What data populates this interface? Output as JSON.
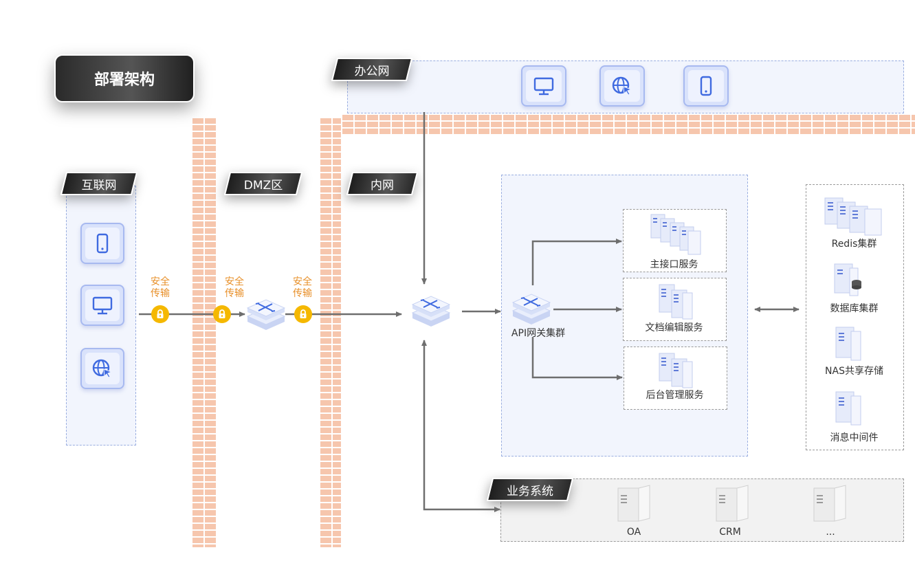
{
  "title": "部署架构",
  "zones": {
    "internet": "互联网",
    "dmz": "DMZ区",
    "intranet": "内网",
    "office": "办公网",
    "business": "业务系统"
  },
  "transport": {
    "line1": "安全",
    "line2": "传输"
  },
  "gateway_label": "API网关集群",
  "services": [
    "主接口服务",
    "文档编辑服务",
    "后台管理服务"
  ],
  "storage": [
    "Redis集群",
    "数据库集群",
    "NAS共享存储",
    "消息中间件"
  ],
  "business_systems": [
    "OA",
    "CRM",
    "..."
  ],
  "icons": {
    "mobile": "mobile-icon",
    "desktop": "desktop-icon",
    "browser": "browser-icon",
    "switch": "switch-icon",
    "server": "server-icon",
    "lock": "lock-icon"
  },
  "colors": {
    "accent_blue": "#3f6ae0",
    "firewall": "#f6c6ad",
    "lock": "#f5b800",
    "transport_text": "#e8902a"
  }
}
